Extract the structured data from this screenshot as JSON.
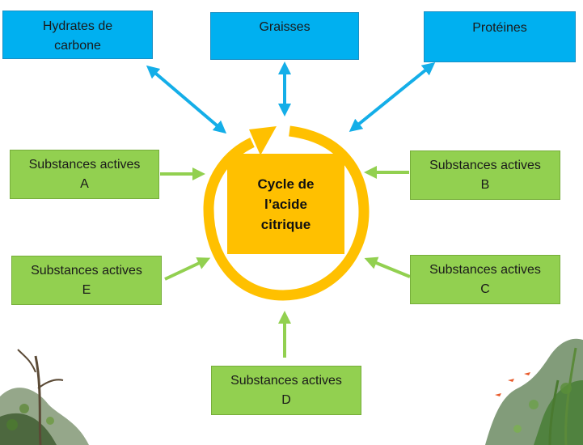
{
  "center": {
    "line1": "Cycle de",
    "line2": "l’acide",
    "line3": "citrique"
  },
  "nutrients": {
    "carbs": {
      "line1": "Hydrates de",
      "line2": "carbone"
    },
    "fats": {
      "line1": "Graisses"
    },
    "proteins": {
      "line1": "Protéines"
    }
  },
  "substances": {
    "a": {
      "line1": "Substances actives",
      "line2": "A"
    },
    "b": {
      "line1": "Substances actives",
      "line2": "B"
    },
    "c": {
      "line1": "Substances actives",
      "line2": "C"
    },
    "d": {
      "line1": "Substances actives",
      "line2": "D"
    },
    "e": {
      "line1": "Substances actives",
      "line2": "E"
    }
  },
  "colors": {
    "nutrient_box": "#00b0f0",
    "substance_box": "#92d050",
    "cycle": "#ffc000",
    "nutrient_arrow": "#00b0f0",
    "substance_arrow": "#92d050"
  }
}
